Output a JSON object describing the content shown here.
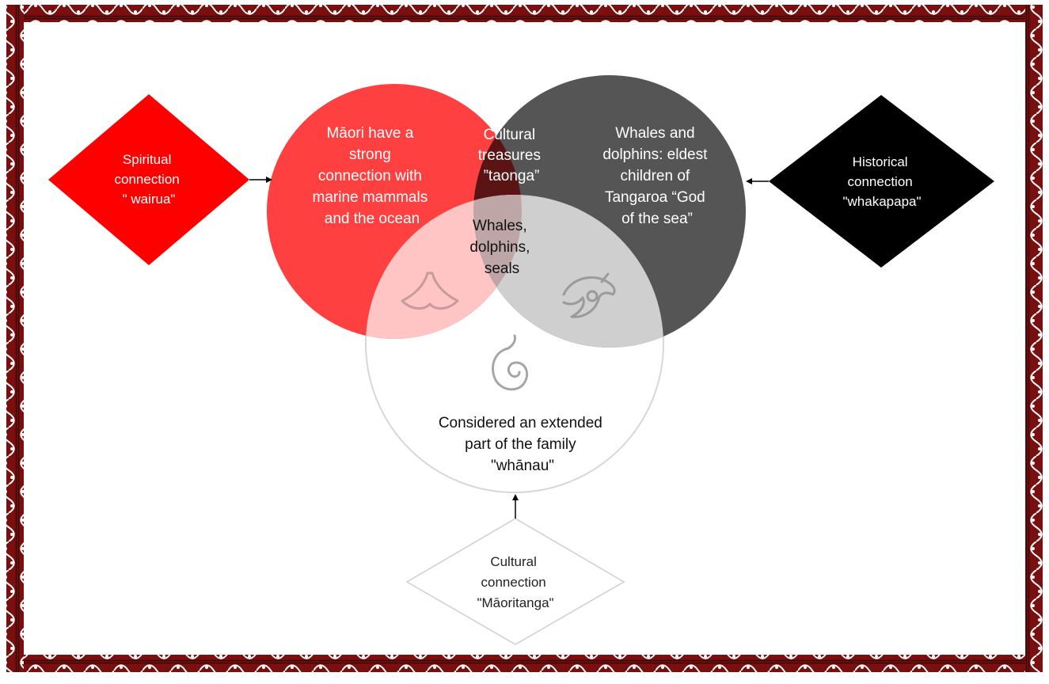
{
  "colors": {
    "frame_red": "#7a0f0f",
    "frame_pattern": "#ffffff",
    "circle_red": "#ff4040",
    "circle_dark": "#555555",
    "circle_light_outline": "#d7d7d7",
    "overlap_top": "#5a1414",
    "overlap_center": "#bfa6a6",
    "overlap_left": "#ffc4c4",
    "overlap_right": "#cfcfcf",
    "diamond_spiritual": "#ff0000",
    "diamond_historical": "#000000",
    "diamond_cultural_outline": "#cfcfcf"
  },
  "circles": {
    "red_text": [
      "Māori have a",
      "strong",
      "connection with",
      "marine mammals",
      "and the ocean"
    ],
    "dark_text": [
      "Whales and",
      "dolphins: eldest",
      "children of",
      "Tangaroa “God",
      "of the sea”"
    ],
    "light_text": [
      "Considered an extended",
      "part of the family",
      "\"whānau\""
    ],
    "overlap_top_text": [
      "Cultural",
      "treasures",
      "”taonga”"
    ],
    "center_text": [
      "Whales,",
      "dolphins,",
      "seals"
    ]
  },
  "diamonds": {
    "spiritual": [
      "Spiritual",
      "connection",
      "\" wairua\""
    ],
    "historical": [
      "Historical",
      "connection",
      "\"whakapapa\""
    ],
    "cultural": [
      "Cultural",
      "connection",
      "\"Māoritanga\""
    ]
  },
  "icons": [
    "whale-tail-icon",
    "dolphin-icon",
    "koru-icon"
  ]
}
